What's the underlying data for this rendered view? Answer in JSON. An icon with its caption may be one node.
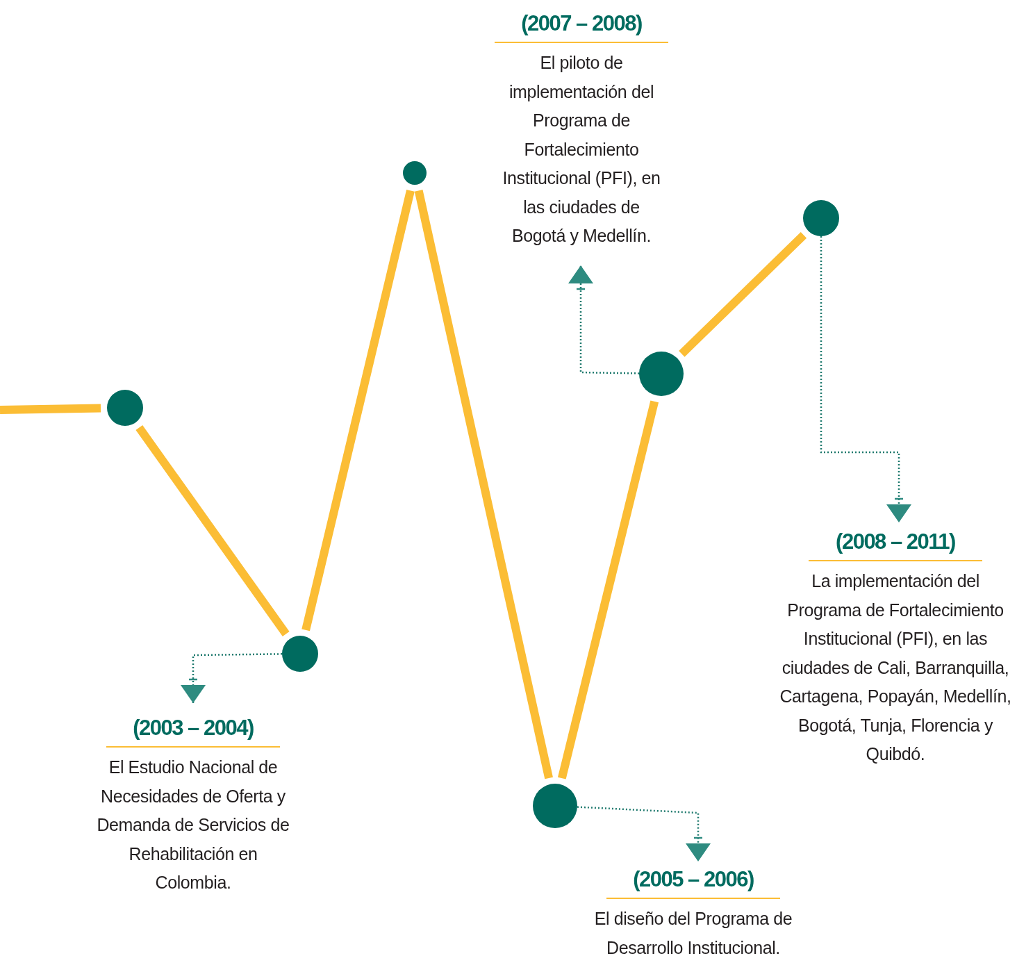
{
  "diagram": {
    "nodes": [
      {
        "text": [],
        "shape": "circle"
      },
      {
        "text": [],
        "shape": "circle"
      },
      {
        "text": [],
        "shape": "circle"
      },
      {
        "text": [],
        "shape": "circle"
      },
      {
        "text": [],
        "shape": "circle"
      },
      {
        "text": [],
        "shape": "circle"
      },
      {
        "text": [
          "(2003 – 2004)",
          "El Estudio Nacional de Necesidades de Oferta y Demanda de Servicios de Rehabilitación en Colombia."
        ]
      },
      {
        "text": [
          "(2005 – 2006)",
          "El diseño del Programa de Desarrollo Institucional."
        ]
      },
      {
        "text": [
          "(2007 – 2008)",
          "El piloto de implementación del Programa de Fortalecimiento Institucional (PFI), en las ciudades de Bogotá y Medellín."
        ]
      },
      {
        "text": [
          "(2008 – 2011)",
          "La implementación del Programa de Fortalecimiento Institucional (PFI), en las ciudades de Cali, Barranquilla, Cartagena, Popayán, Medellín, Bogotá, Tunja, Florencia y Quibdó."
        ]
      }
    ],
    "edges": [
      {
        "from": null,
        "to": 0,
        "arrow": "none"
      },
      {
        "from": 0,
        "to": 1,
        "arrow": "none"
      },
      {
        "from": 1,
        "to": 2,
        "arrow": "none"
      },
      {
        "from": 2,
        "to": 3,
        "arrow": "none"
      },
      {
        "from": 3,
        "to": 4,
        "arrow": "none"
      },
      {
        "from": 4,
        "to": 5,
        "arrow": "none"
      },
      {
        "from": 1,
        "to": 6,
        "arrow": "to",
        "style": "dashed",
        "color": "#1f7a6e"
      },
      {
        "from": 3,
        "to": 7,
        "arrow": "to",
        "style": "dashed",
        "color": "#1f7a6e"
      },
      {
        "from": 4,
        "to": 8,
        "arrow": "to",
        "style": "dashed",
        "color": "#1f7a6e"
      },
      {
        "from": 5,
        "to": 9,
        "arrow": "to",
        "style": "dashed",
        "color": "#1f7a6e"
      }
    ]
  }
}
